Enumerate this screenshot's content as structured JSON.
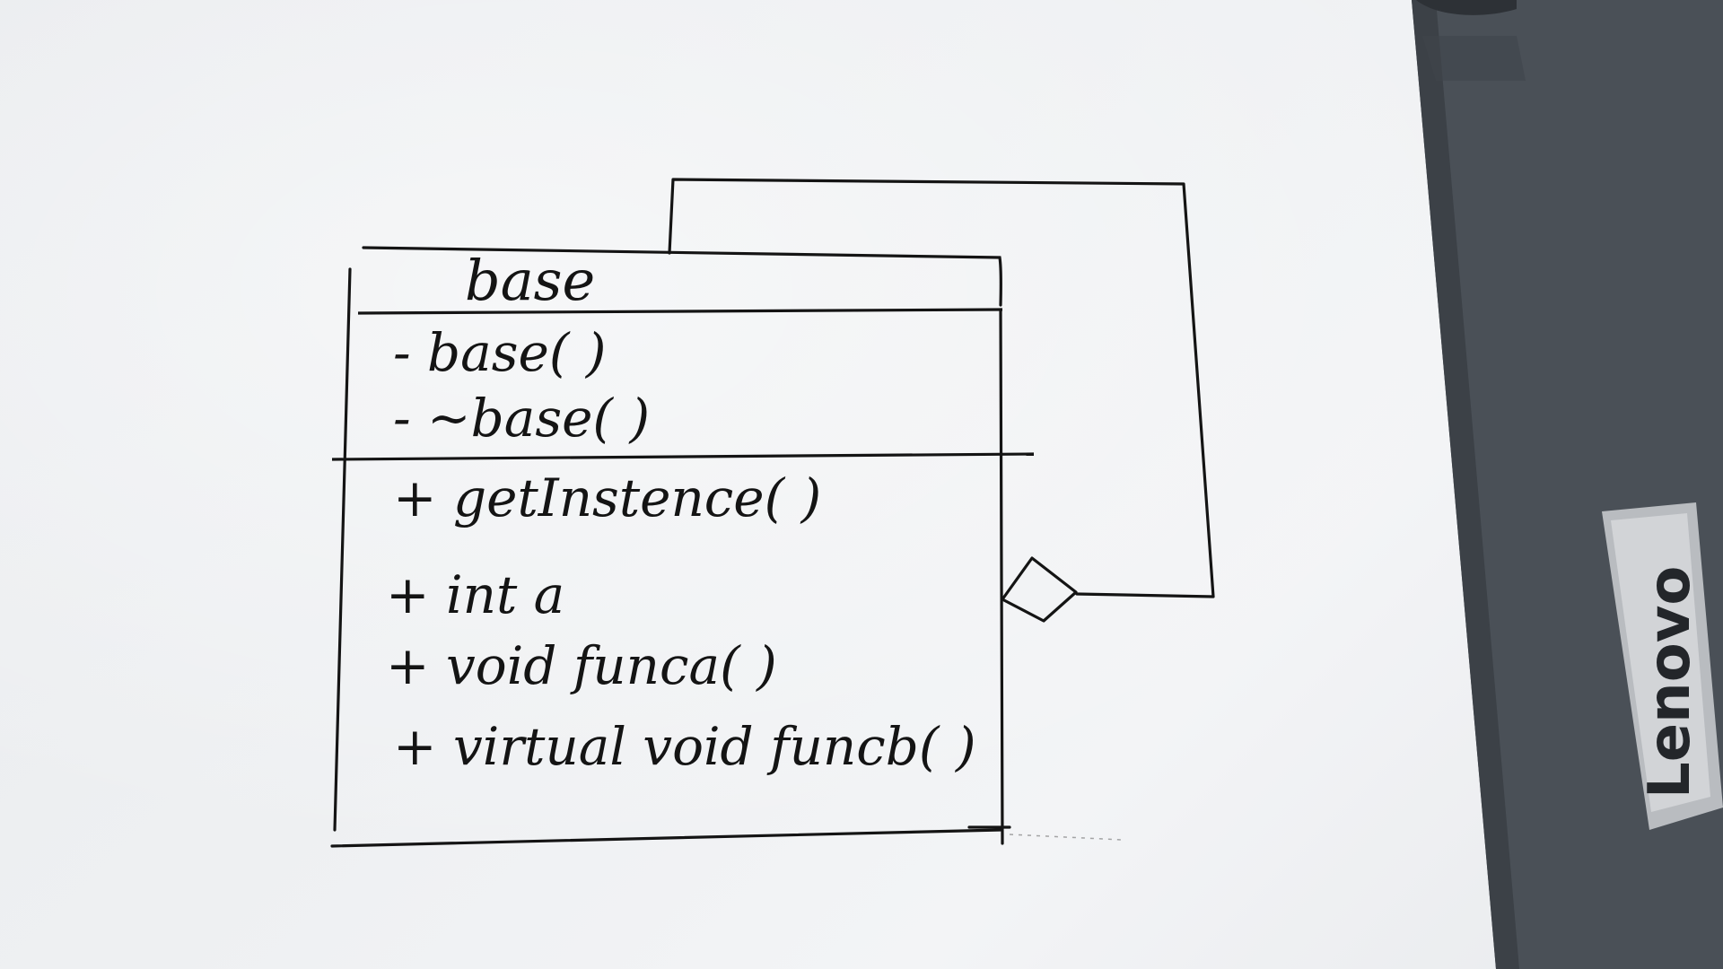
{
  "uml_class": {
    "name": "base",
    "private_members": [
      "- base( )",
      "- ~base( )"
    ],
    "public_members": [
      "+ getInstence( )",
      "+ int a",
      "+ void funca( )",
      "+ virtual void funcb( )"
    ]
  },
  "relationship": {
    "type": "self-aggregation",
    "marker": "hollow-diamond-icon"
  },
  "laptop": {
    "brand": "Lenovo"
  },
  "colors": {
    "paper": "#eceef1",
    "ink": "#141414",
    "laptop_body": "#4a5057",
    "laptop_badge": "#c8cbcf"
  }
}
